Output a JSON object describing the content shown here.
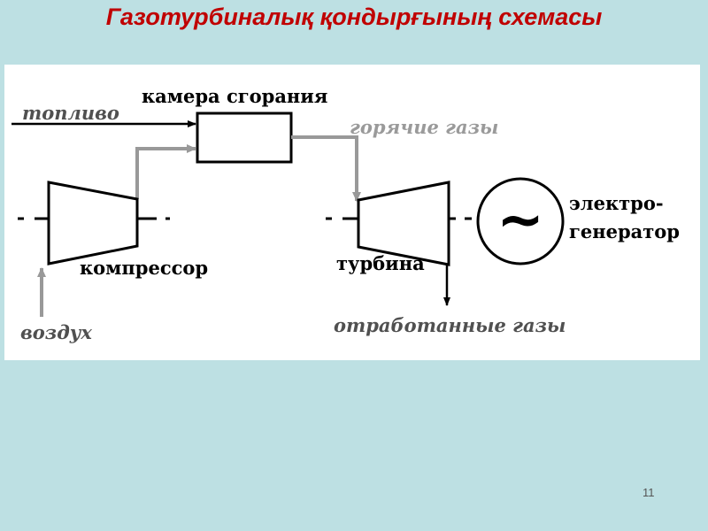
{
  "slide": {
    "title": "Газотурбиналық қондырғының схемасы",
    "page_number": "11"
  },
  "diagram": {
    "labels": {
      "fuel": "топливо",
      "combustion_chamber": "камера сгорания",
      "hot_gases": "горячие газы",
      "compressor": "компрессор",
      "turbine": "турбина",
      "generator_line1": "электро-",
      "generator_line2": "генератор",
      "air": "воздух",
      "exhaust_gases": "отработанные газы"
    },
    "generator_symbol": "~"
  },
  "colors": {
    "background": "#bde0e3",
    "title": "#c00000",
    "flow_gray": "#999999",
    "line": "#000000"
  }
}
